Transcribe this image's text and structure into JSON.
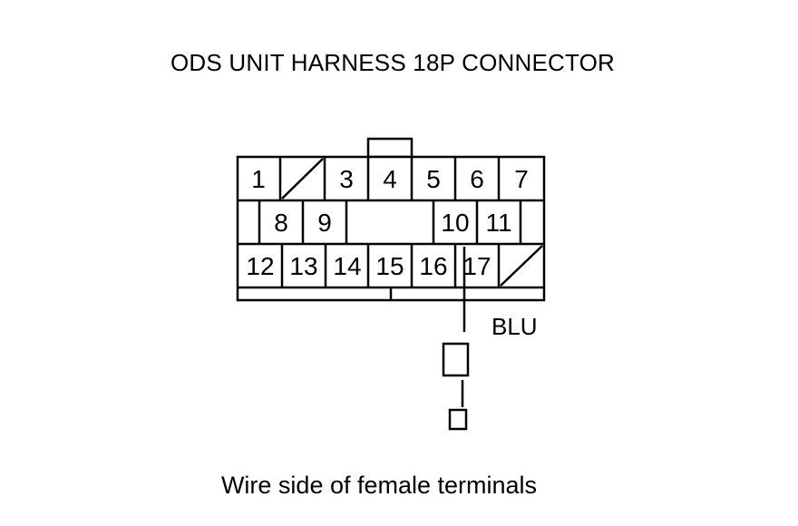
{
  "title": "ODS UNIT HARNESS 18P CONNECTOR",
  "caption": "Wire side of female terminals",
  "wire_color": "BLU",
  "pins": {
    "p1": "1",
    "p3": "3",
    "p4": "4",
    "p5": "5",
    "p6": "6",
    "p7": "7",
    "p8": "8",
    "p9": "9",
    "p10": "10",
    "p11": "11",
    "p12": "12",
    "p13": "13",
    "p14": "14",
    "p15": "15",
    "p16": "16",
    "p17": "17"
  },
  "colors": {
    "line": "#000000",
    "background": "#ffffff"
  }
}
